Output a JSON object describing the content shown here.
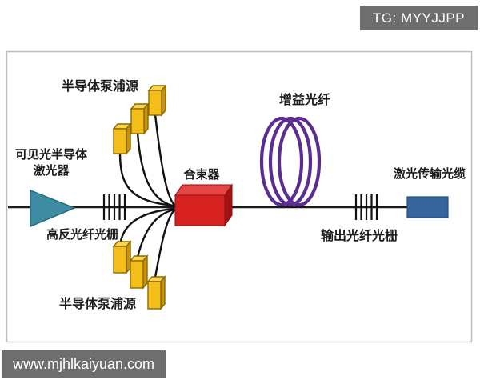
{
  "header": {
    "badge": "TG: MYYJJPP"
  },
  "footer": {
    "watermark": "www.mjhlkaiyuan.com"
  },
  "diagram": {
    "title_implied": "fiber laser structure schematic",
    "labels": {
      "pump_top": "半导体泵浦源",
      "visible_laser_line1": "可见光半导体",
      "visible_laser_line2": "激光器",
      "high_reflect_grating": "高反光纤光栅",
      "combiner": "合束器",
      "gain_fiber": "增益光纤",
      "output_grating": "输出光纤光栅",
      "transmission_cable": "激光传输光缆",
      "pump_bottom": "半导体泵浦源"
    },
    "colors": {
      "pump_module": "#f3be19",
      "combiner_box": "#d82222",
      "gain_fiber_coil": "#5c2d91",
      "delivery_cable": "#36659b",
      "laser_diode_triangle": "#3e8ca3",
      "fiber_line": "#1a1a1a",
      "badge_background": "#6e6e6e",
      "border": "#bdbdbd"
    }
  }
}
